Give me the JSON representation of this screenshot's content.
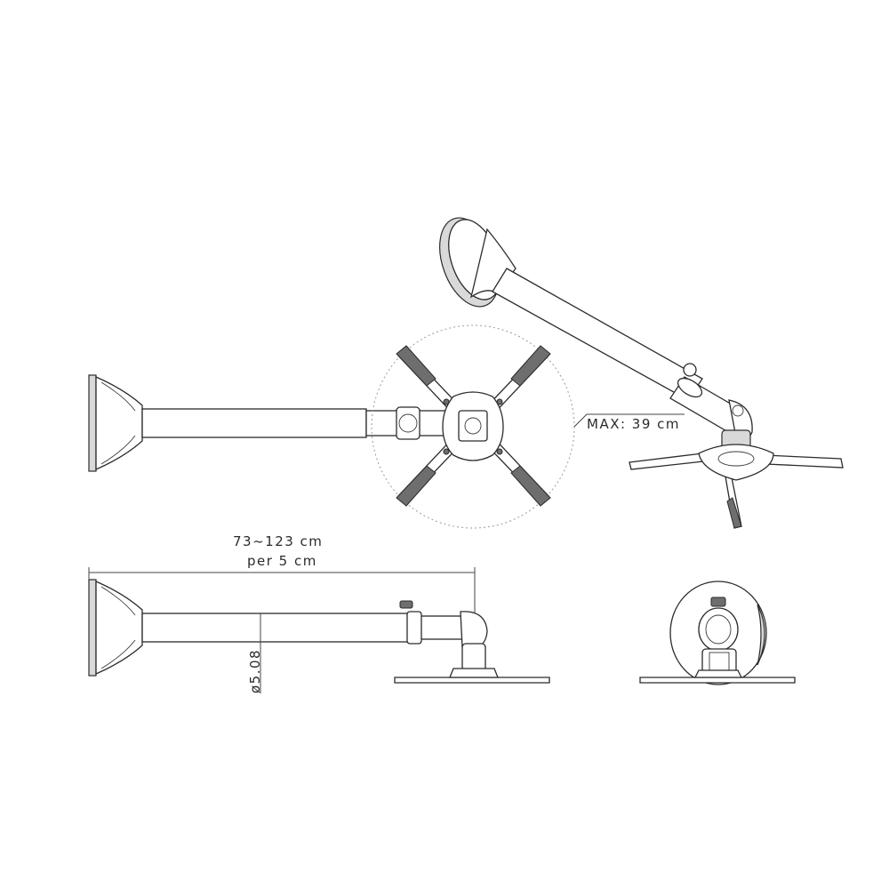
{
  "annotations": {
    "max_offset": "MAX: 39 cm",
    "length_range": "73~123 cm",
    "length_step": "per 5 cm",
    "tube_diameter": "ø5.08"
  }
}
